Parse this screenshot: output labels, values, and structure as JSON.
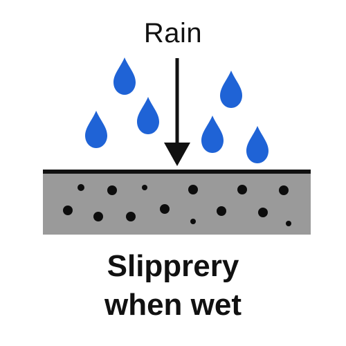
{
  "sign": {
    "label_top": "Rain",
    "caption_line1": "Slipprery",
    "caption_line2": "when wet"
  },
  "icons": {
    "drop": "raindrop-icon",
    "arrow": "down-arrow-icon",
    "surface": "wet-ground-surface"
  },
  "colors": {
    "drop": "#1f63d6",
    "ground": "#9a9a9a",
    "ground_line": "#111111",
    "pebble": "#0d0d0d",
    "text": "#111111",
    "background": "#ffffff"
  }
}
